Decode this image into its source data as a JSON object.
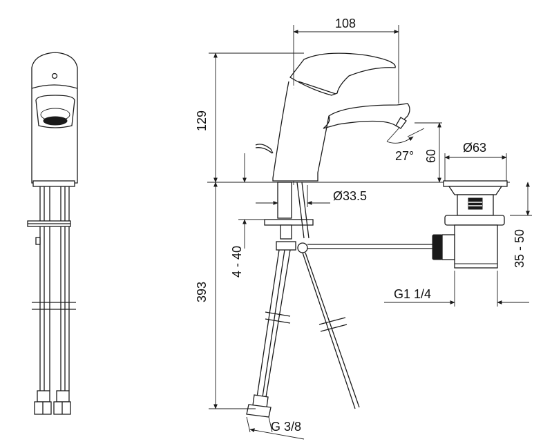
{
  "dimensions": {
    "spout_reach": "108",
    "height_above_deck": "129",
    "total_below_deck": "393",
    "deck_thickness": "4 - 40",
    "body_diameter": "Ø33.5",
    "aerator_angle": "27°",
    "spout_height": "60",
    "waste_diameter": "Ø63",
    "waste_range": "35 - 50",
    "waste_thread": "G1 1/4",
    "hose_thread": "G 3/8"
  },
  "colors": {
    "line": "#1a1a1a",
    "background": "#ffffff"
  }
}
